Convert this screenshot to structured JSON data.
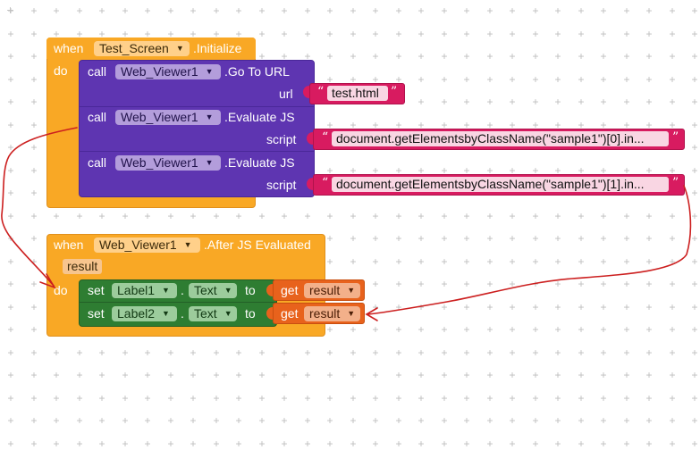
{
  "colors": {
    "event": "#f9a825",
    "procedure": "#5e35b1",
    "setter": "#2e7d32",
    "getter": "#e8621c",
    "text": "#d81b60",
    "annotation": "#cc1f1f"
  },
  "block1": {
    "when": "when",
    "component": "Test_Screen",
    "event": ".Initialize",
    "do": "do",
    "call1": {
      "call": "call",
      "component": "Web_Viewer1",
      "method": ".Go To URL",
      "arg": "url",
      "value": "test.html"
    },
    "call2": {
      "call": "call",
      "component": "Web_Viewer1",
      "method": ".Evaluate JS",
      "arg": "script",
      "value": "document.getElementsbyClassName(\"sample1\")[0].in..."
    },
    "call3": {
      "call": "call",
      "component": "Web_Viewer1",
      "method": ".Evaluate JS",
      "arg": "script",
      "value": "document.getElementsbyClassName(\"sample1\")[1].in..."
    }
  },
  "block2": {
    "when": "when",
    "component": "Web_Viewer1",
    "event": ".After JS Evaluated",
    "param": "result",
    "do": "do",
    "set1": {
      "set": "set",
      "component": "Label1",
      "dot": ".",
      "property": "Text",
      "to": "to",
      "get": "get",
      "var": "result"
    },
    "set2": {
      "set": "set",
      "component": "Label2",
      "dot": ".",
      "property": "Text",
      "to": "to",
      "get": "get",
      "var": "result"
    }
  },
  "quote_open": "“",
  "quote_close": "”",
  "dropdown_arrow": "▼"
}
